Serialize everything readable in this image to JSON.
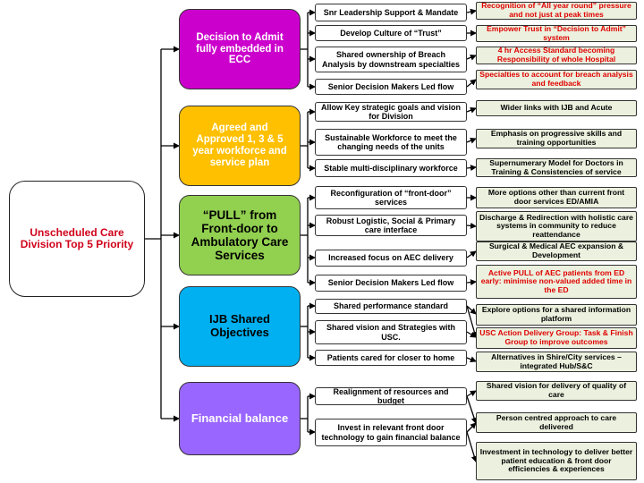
{
  "root": {
    "label": "Unscheduled Care Division Top 5 Priority"
  },
  "priorities": [
    {
      "label": "Decision to Admit fully embedded in ECC",
      "actions": [
        "Snr Leadership Support & Mandate",
        "Develop Culture of “Trust”",
        "Shared ownership of Breach Analysis by downstream specialties",
        "Senior Decision Makers Led flow"
      ],
      "outcomes": [
        "Recognition of “All year round” pressure and not just at peak times",
        "Empower Trust in “Decision to Admit” system",
        "4 hr Access Standard becoming Responsibility of whole Hospital",
        "Specialties to account for breach analysis and feedback"
      ]
    },
    {
      "label": "Agreed and Approved 1, 3 & 5 year workforce and service plan",
      "actions": [
        "Allow Key strategic goals and vision for Division",
        "Sustainable Workforce to meet the changing needs of the units",
        "Stable multi-disciplinary workforce"
      ],
      "outcomes": [
        "Wider links with IJB and Acute",
        "Emphasis on progressive skills and training opportunities",
        "Supernumerary Model for Doctors in Training & Consistencies of service"
      ]
    },
    {
      "label": "“PULL” from Front-door to Ambulatory Care Services",
      "actions": [
        "Reconfiguration of “front-door” services",
        "Robust Logistic, Social & Primary care interface",
        "Increased focus on AEC delivery",
        "Senior Decision Makers Led flow"
      ],
      "outcomes": [
        "More options other than current front door services ED/AMIA",
        "Discharge & Redirection with holistic care systems in community to reduce reattendance",
        "Surgical & Medical AEC expansion & Development",
        "Active PULL of AEC patients from ED early: minimise non-valued added time in the ED"
      ]
    },
    {
      "label": "IJB Shared Objectives",
      "actions": [
        "Shared performance standard",
        "Shared vision and Strategies with USC.",
        "Patients cared for closer to home"
      ],
      "outcomes": [
        "Explore options for a shared information platform",
        "USC Action Delivery Group: Task & Finish Group to improve outcomes",
        "Alternatives in Shire/City services – integrated Hub/S&C"
      ]
    },
    {
      "label": "Financial balance",
      "actions": [
        "Realignment of resources and budget",
        "Invest in relevant front door technology to gain financial balance"
      ],
      "outcomes": [
        "Shared vision for delivery of quality of care",
        "Person centred approach to care delivered",
        "Investment in technology to deliver better patient education & front door efficiencies & experiences"
      ]
    }
  ],
  "colors": {
    "priority_1": "#cc00cc",
    "priority_2": "#ffc000",
    "priority_3": "#92d050",
    "priority_4": "#00b0f0",
    "priority_5": "#9966ff",
    "outcome_fill": "#ebf1de",
    "red_text": "#e00000"
  }
}
